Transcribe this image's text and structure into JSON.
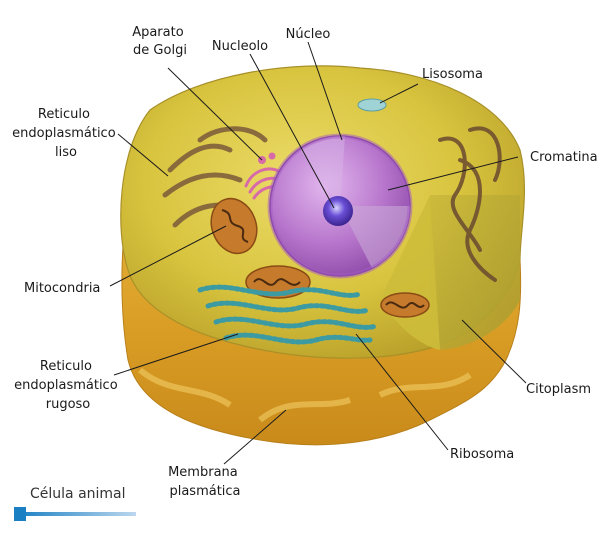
{
  "labels": {
    "aparato_golgi": [
      "Aparato",
      "de Golgi"
    ],
    "nucleolo": "Nucleolo",
    "nucleo": "Núcleo",
    "lisosoma": "Lisosoma",
    "reticulo_liso": [
      "Reticulo",
      "endoplasmático",
      "liso"
    ],
    "cromatina": "Cromatina",
    "mitocondria": "Mitocondria",
    "reticulo_rugoso": [
      "Reticulo",
      "endoplasmático",
      "rugoso"
    ],
    "citoplasm": "Citoplasm",
    "ribosoma": "Ribosoma",
    "membrana": [
      "Membrana",
      "plasmática"
    ]
  },
  "caption": "Célula animal",
  "colors": {
    "cytoplasm": "#d6c23a",
    "membrane": "#d9a52c",
    "nucleus": "#a65fc0",
    "nucleolus": "#4b2fb0",
    "accent": "#1a7fc3"
  }
}
